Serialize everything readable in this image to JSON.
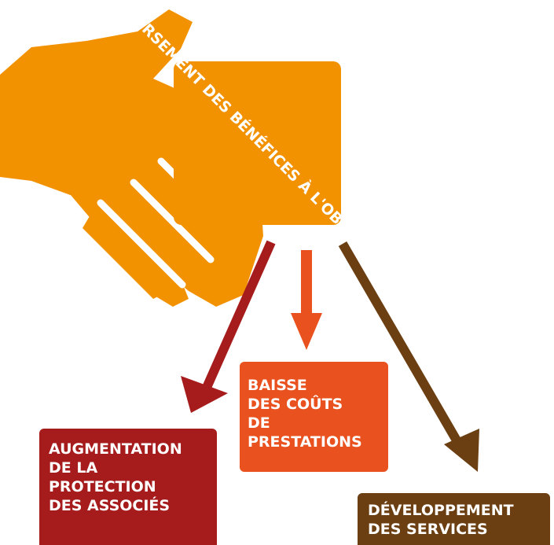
{
  "colors": {
    "hand": "#F39200",
    "card": "#F39200",
    "dark_red": "#A61B1B",
    "orange_red": "#E9511E",
    "brown": "#6B3F12",
    "white": "#FFFFFF"
  },
  "card": {
    "lines": [
      "REVERSEMENT",
      "DES BÉNÉFICES",
      "À L'OBJET SOCIAL"
    ]
  },
  "outcomes": {
    "left": {
      "lines": [
        "AUGMENTATION",
        "DE LA",
        "PROTECTION",
        "DES ASSOCIÉS"
      ]
    },
    "middle": {
      "lines": [
        "BAISSE",
        "DES COÛTS",
        "DE",
        "PRESTATIONS"
      ]
    },
    "right": {
      "lines": [
        "DÉVELOPPEMENT",
        "DES SERVICES"
      ]
    }
  },
  "icons": [
    "hand-icon",
    "arrow-down-left-icon",
    "arrow-down-icon",
    "arrow-down-right-icon"
  ]
}
